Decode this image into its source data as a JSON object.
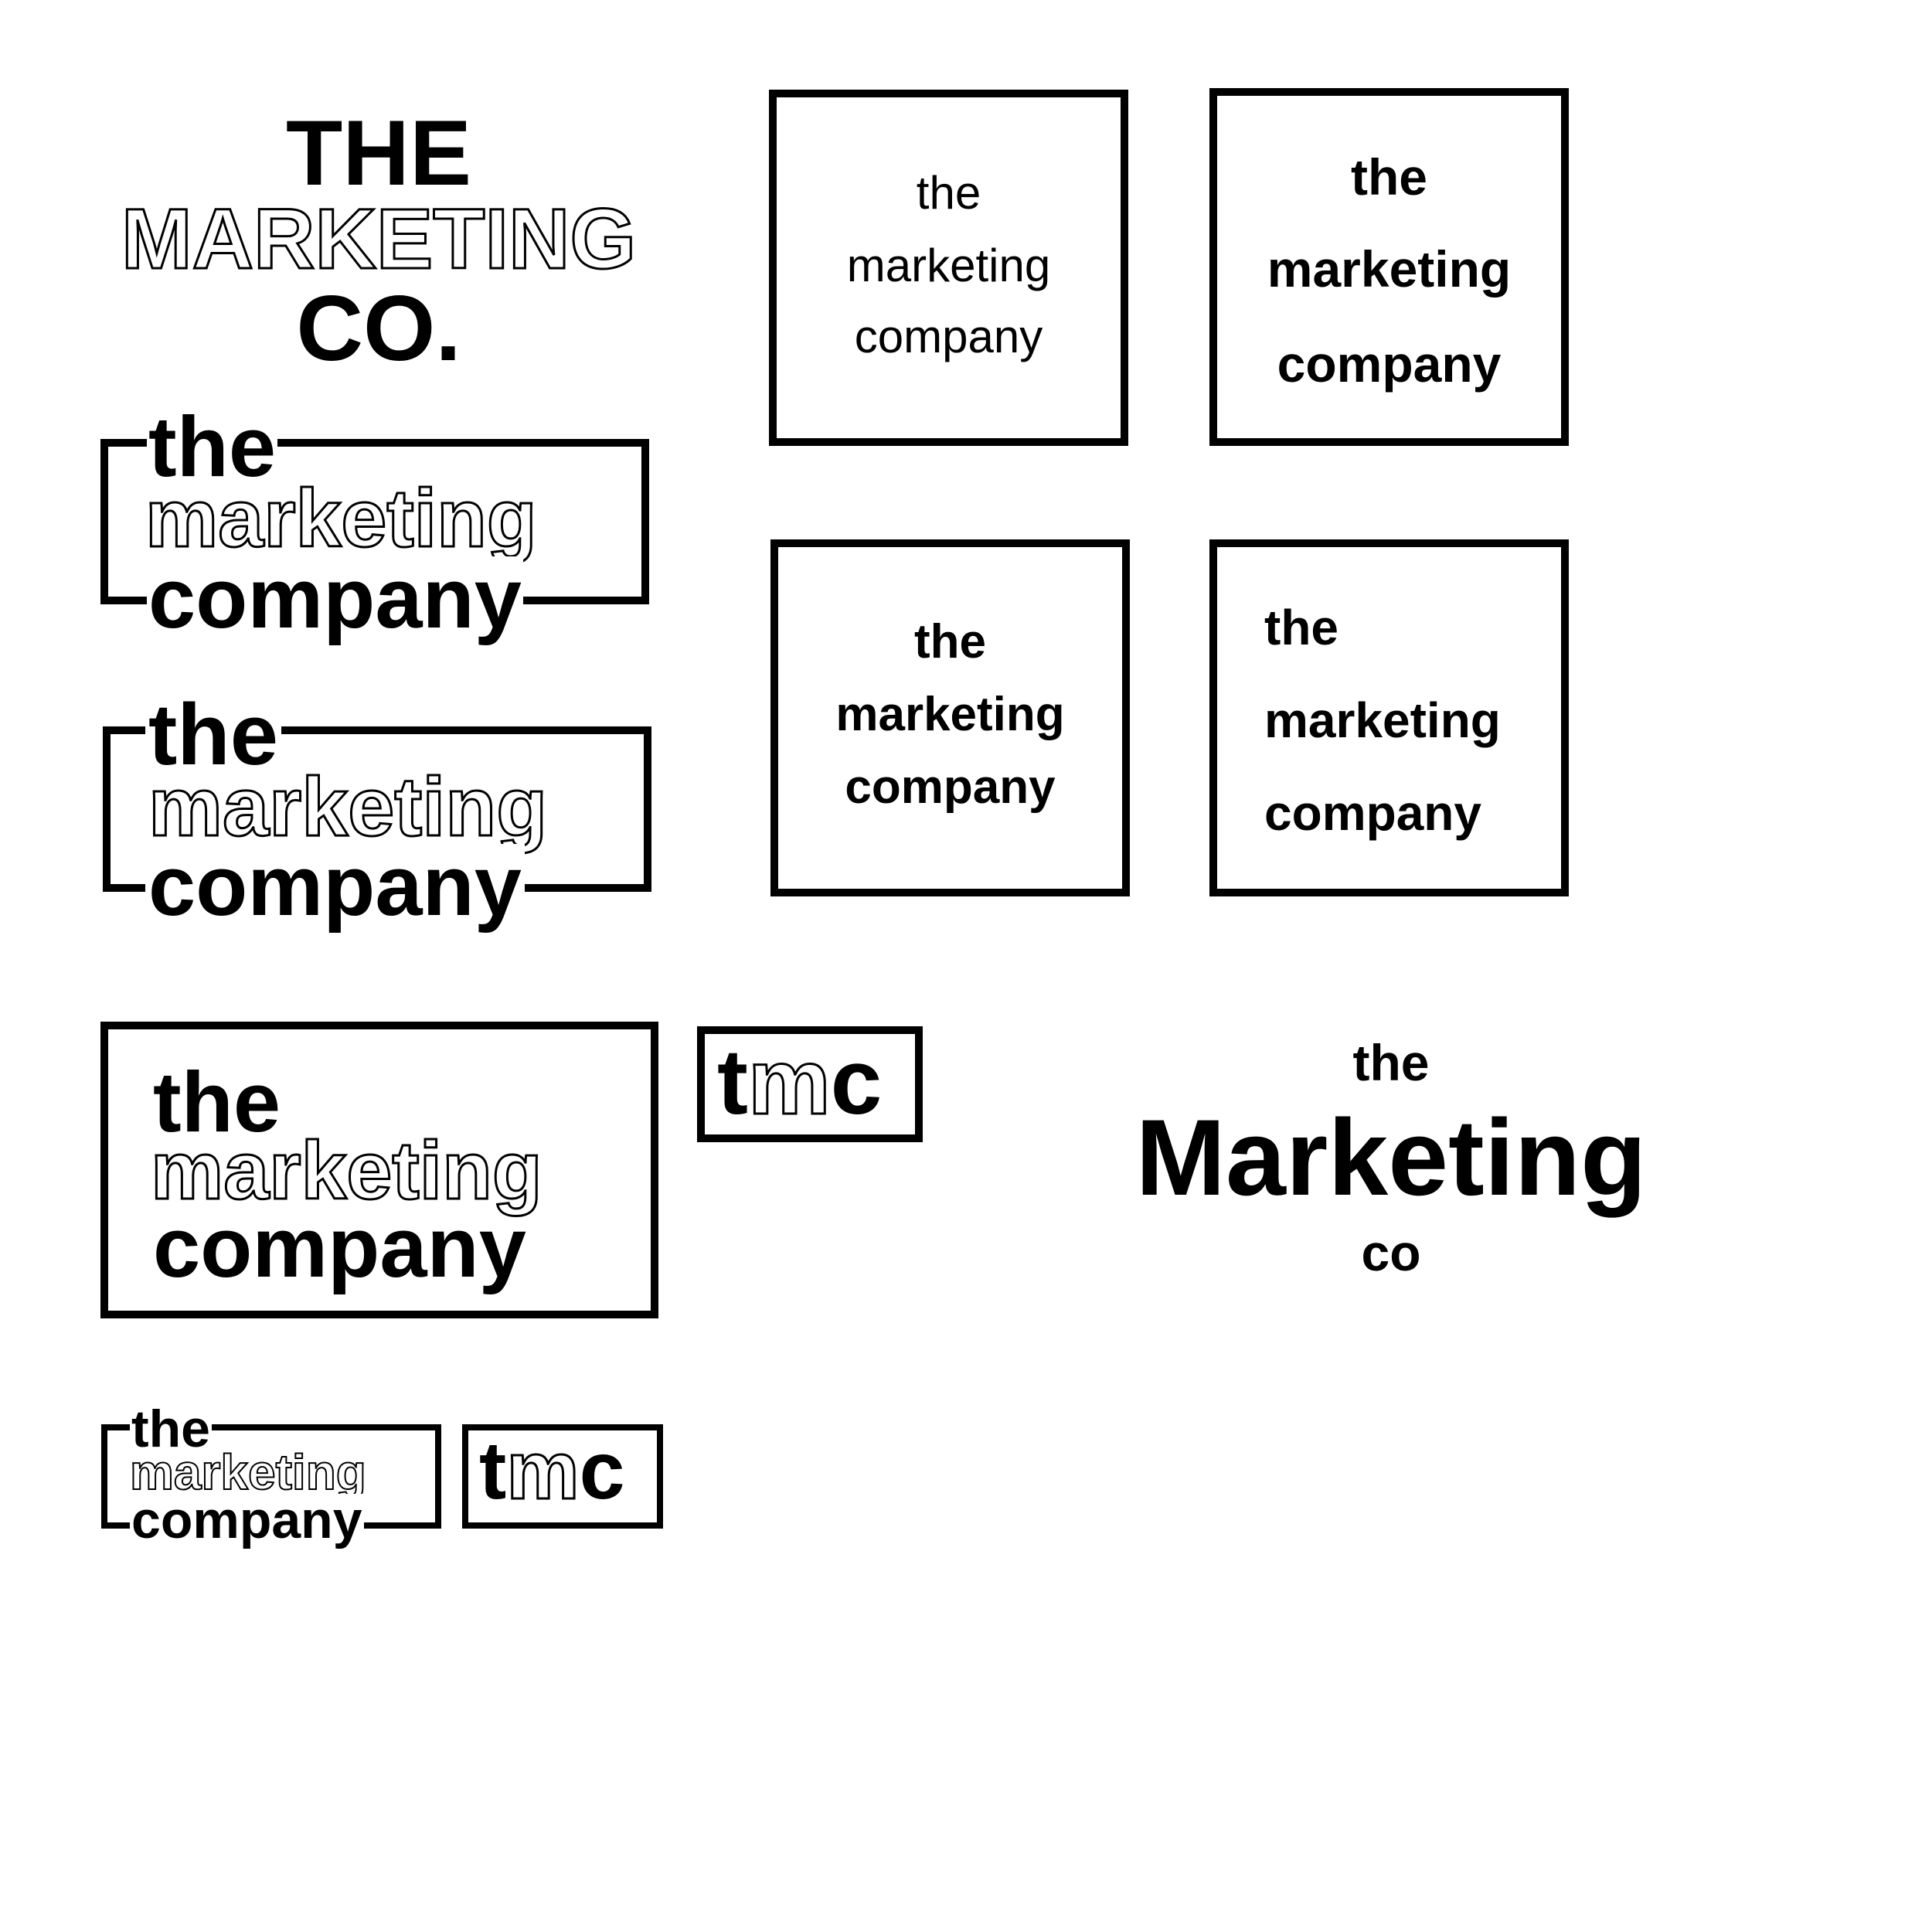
{
  "logo1": {
    "line1": "THE",
    "line2": "MARKETING",
    "line3": "CO."
  },
  "logo2": {
    "line1": "the",
    "line2": "marketing",
    "line3": "company"
  },
  "logo3": {
    "line1": "the",
    "line2": "marketing",
    "line3": "company"
  },
  "logo4": {
    "line1": "the",
    "line2": "marketing",
    "line3": "company"
  },
  "logo5": {
    "line1": "the",
    "line2": "marketing",
    "line3": "company"
  },
  "tmc_large": {
    "t": "t",
    "m": "m",
    "c": "c"
  },
  "tmc_small": {
    "t": "t",
    "m": "m",
    "c": "c"
  },
  "square_regular": {
    "line1": "the",
    "line2": "marketing",
    "line3": "company"
  },
  "square_bold_1": {
    "line1": "the",
    "line2": "marketing",
    "line3": "company"
  },
  "square_bold_2": {
    "line1": "the",
    "line2": "marketing",
    "line3": "company"
  },
  "square_bold_left": {
    "line1": "the",
    "line2": "marketing",
    "line3": "company"
  },
  "logo_stack": {
    "line1": "the",
    "line2": "Marketing",
    "line3": "co"
  },
  "colors": {
    "ink": "#000000",
    "paper": "#ffffff"
  }
}
